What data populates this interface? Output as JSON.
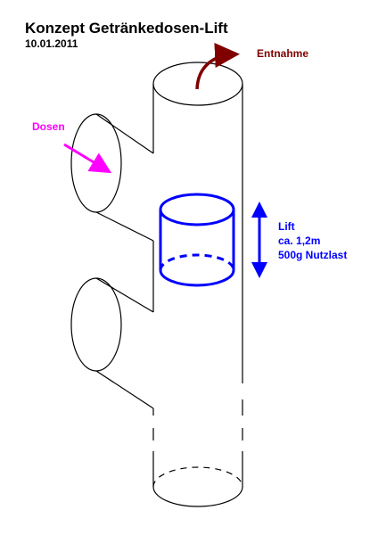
{
  "header": {
    "title": "Konzept Getränkedosen-Lift",
    "date": "10.01.2011"
  },
  "labels": {
    "entnahme": "Entnahme",
    "dosen": "Dosen",
    "lift_lines": [
      "Lift",
      "ca. 1,2m",
      "500g Nutzlast"
    ]
  },
  "colors": {
    "outline": "#000000",
    "entnahme": "#800000",
    "dosen": "#ff00ff",
    "lift": "#0000ff"
  }
}
